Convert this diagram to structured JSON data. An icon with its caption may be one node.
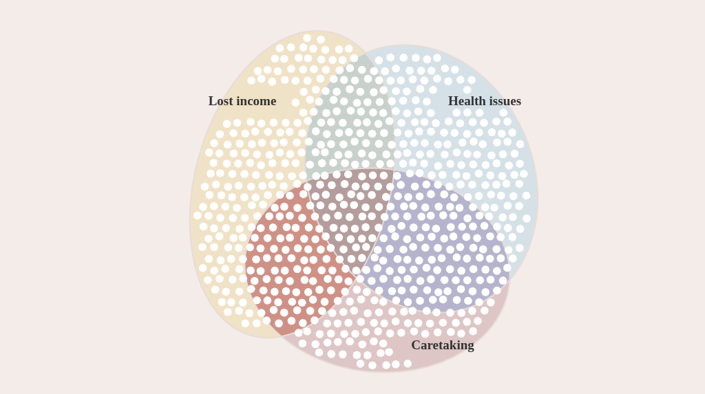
{
  "diagram": {
    "nodes": [
      {
        "text": [
          "Lost income"
        ]
      },
      {
        "text": [
          "Health issues"
        ]
      },
      {
        "text": [
          "Caretaking"
        ]
      }
    ]
  }
}
